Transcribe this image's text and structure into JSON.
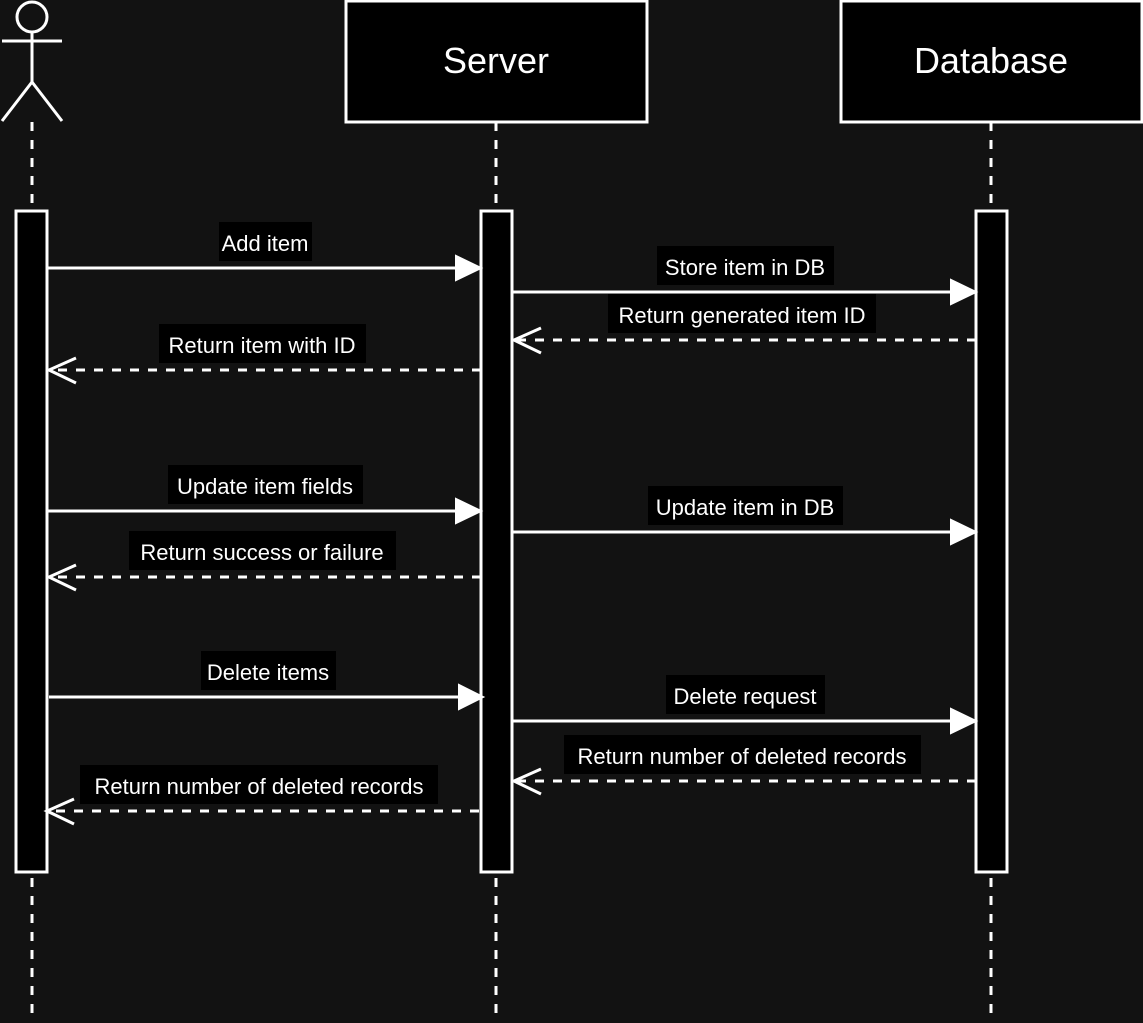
{
  "participants": [
    {
      "id": "user",
      "kind": "actor",
      "label": ""
    },
    {
      "id": "server",
      "kind": "box",
      "label": "Server"
    },
    {
      "id": "database",
      "kind": "box",
      "label": "Database"
    }
  ],
  "messages": [
    {
      "label": "Add item",
      "from": "user",
      "to": "server",
      "style": "solid"
    },
    {
      "label": "Store item in DB",
      "from": "server",
      "to": "database",
      "style": "solid"
    },
    {
      "label": "Return generated item ID",
      "from": "database",
      "to": "server",
      "style": "dashed"
    },
    {
      "label": "Return item with ID",
      "from": "server",
      "to": "user",
      "style": "dashed"
    },
    {
      "label": "Update item fields",
      "from": "user",
      "to": "server",
      "style": "solid"
    },
    {
      "label": "Update item in DB",
      "from": "server",
      "to": "database",
      "style": "solid"
    },
    {
      "label": "Return success or failure",
      "from": "server",
      "to": "user",
      "style": "dashed"
    },
    {
      "label": "Delete items",
      "from": "user",
      "to": "server",
      "style": "solid"
    },
    {
      "label": "Delete request",
      "from": "server",
      "to": "database",
      "style": "solid"
    },
    {
      "label": "Return number of deleted records",
      "from": "database",
      "to": "server",
      "style": "dashed"
    },
    {
      "label": "Return number of deleted records",
      "from": "server",
      "to": "user",
      "style": "dashed"
    }
  ],
  "colors": {
    "background": "#121212",
    "line": "#ffffff",
    "fill": "#000000",
    "text": "#ffffff"
  }
}
